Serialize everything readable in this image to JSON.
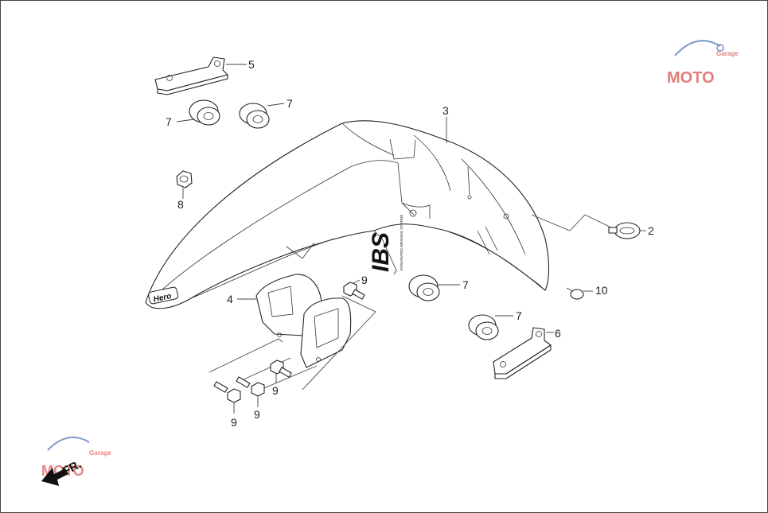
{
  "callouts": {
    "c2": "2",
    "c3": "3",
    "c4": "4",
    "c5": "5",
    "c6": "6",
    "c7a": "7",
    "c7b": "7",
    "c7c": "7",
    "c7d": "7",
    "c8": "8",
    "c9a": "9",
    "c9b": "9",
    "c9c": "9",
    "c9d": "9",
    "c10": "10"
  },
  "decal": {
    "brand": "Hero",
    "ibs": "IBS",
    "ibs_sub": "INTEGRATED BRAKING SYSTEM"
  },
  "direction": {
    "label": "FR."
  },
  "watermark": {
    "text": "MOTO",
    "sub": "Garage"
  },
  "colors": {
    "line": "#222222",
    "watermark_red": "#d9534f",
    "watermark_blue": "#4a6fb5"
  }
}
